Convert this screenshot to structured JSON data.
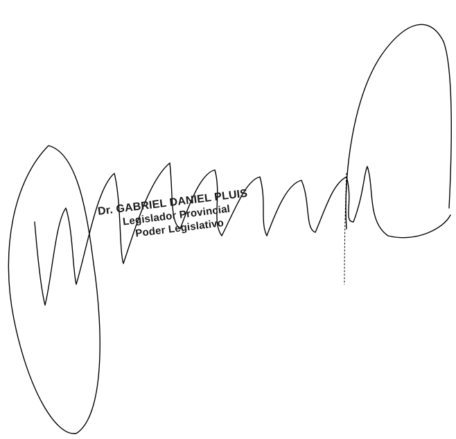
{
  "document": {
    "type": "signature-page",
    "ink_color": "#000000"
  },
  "stamp": {
    "name": "Dr. GABRIEL DANIEL PLUIS",
    "title": "Legislador Provincial",
    "organization": "Poder Legislativo"
  }
}
